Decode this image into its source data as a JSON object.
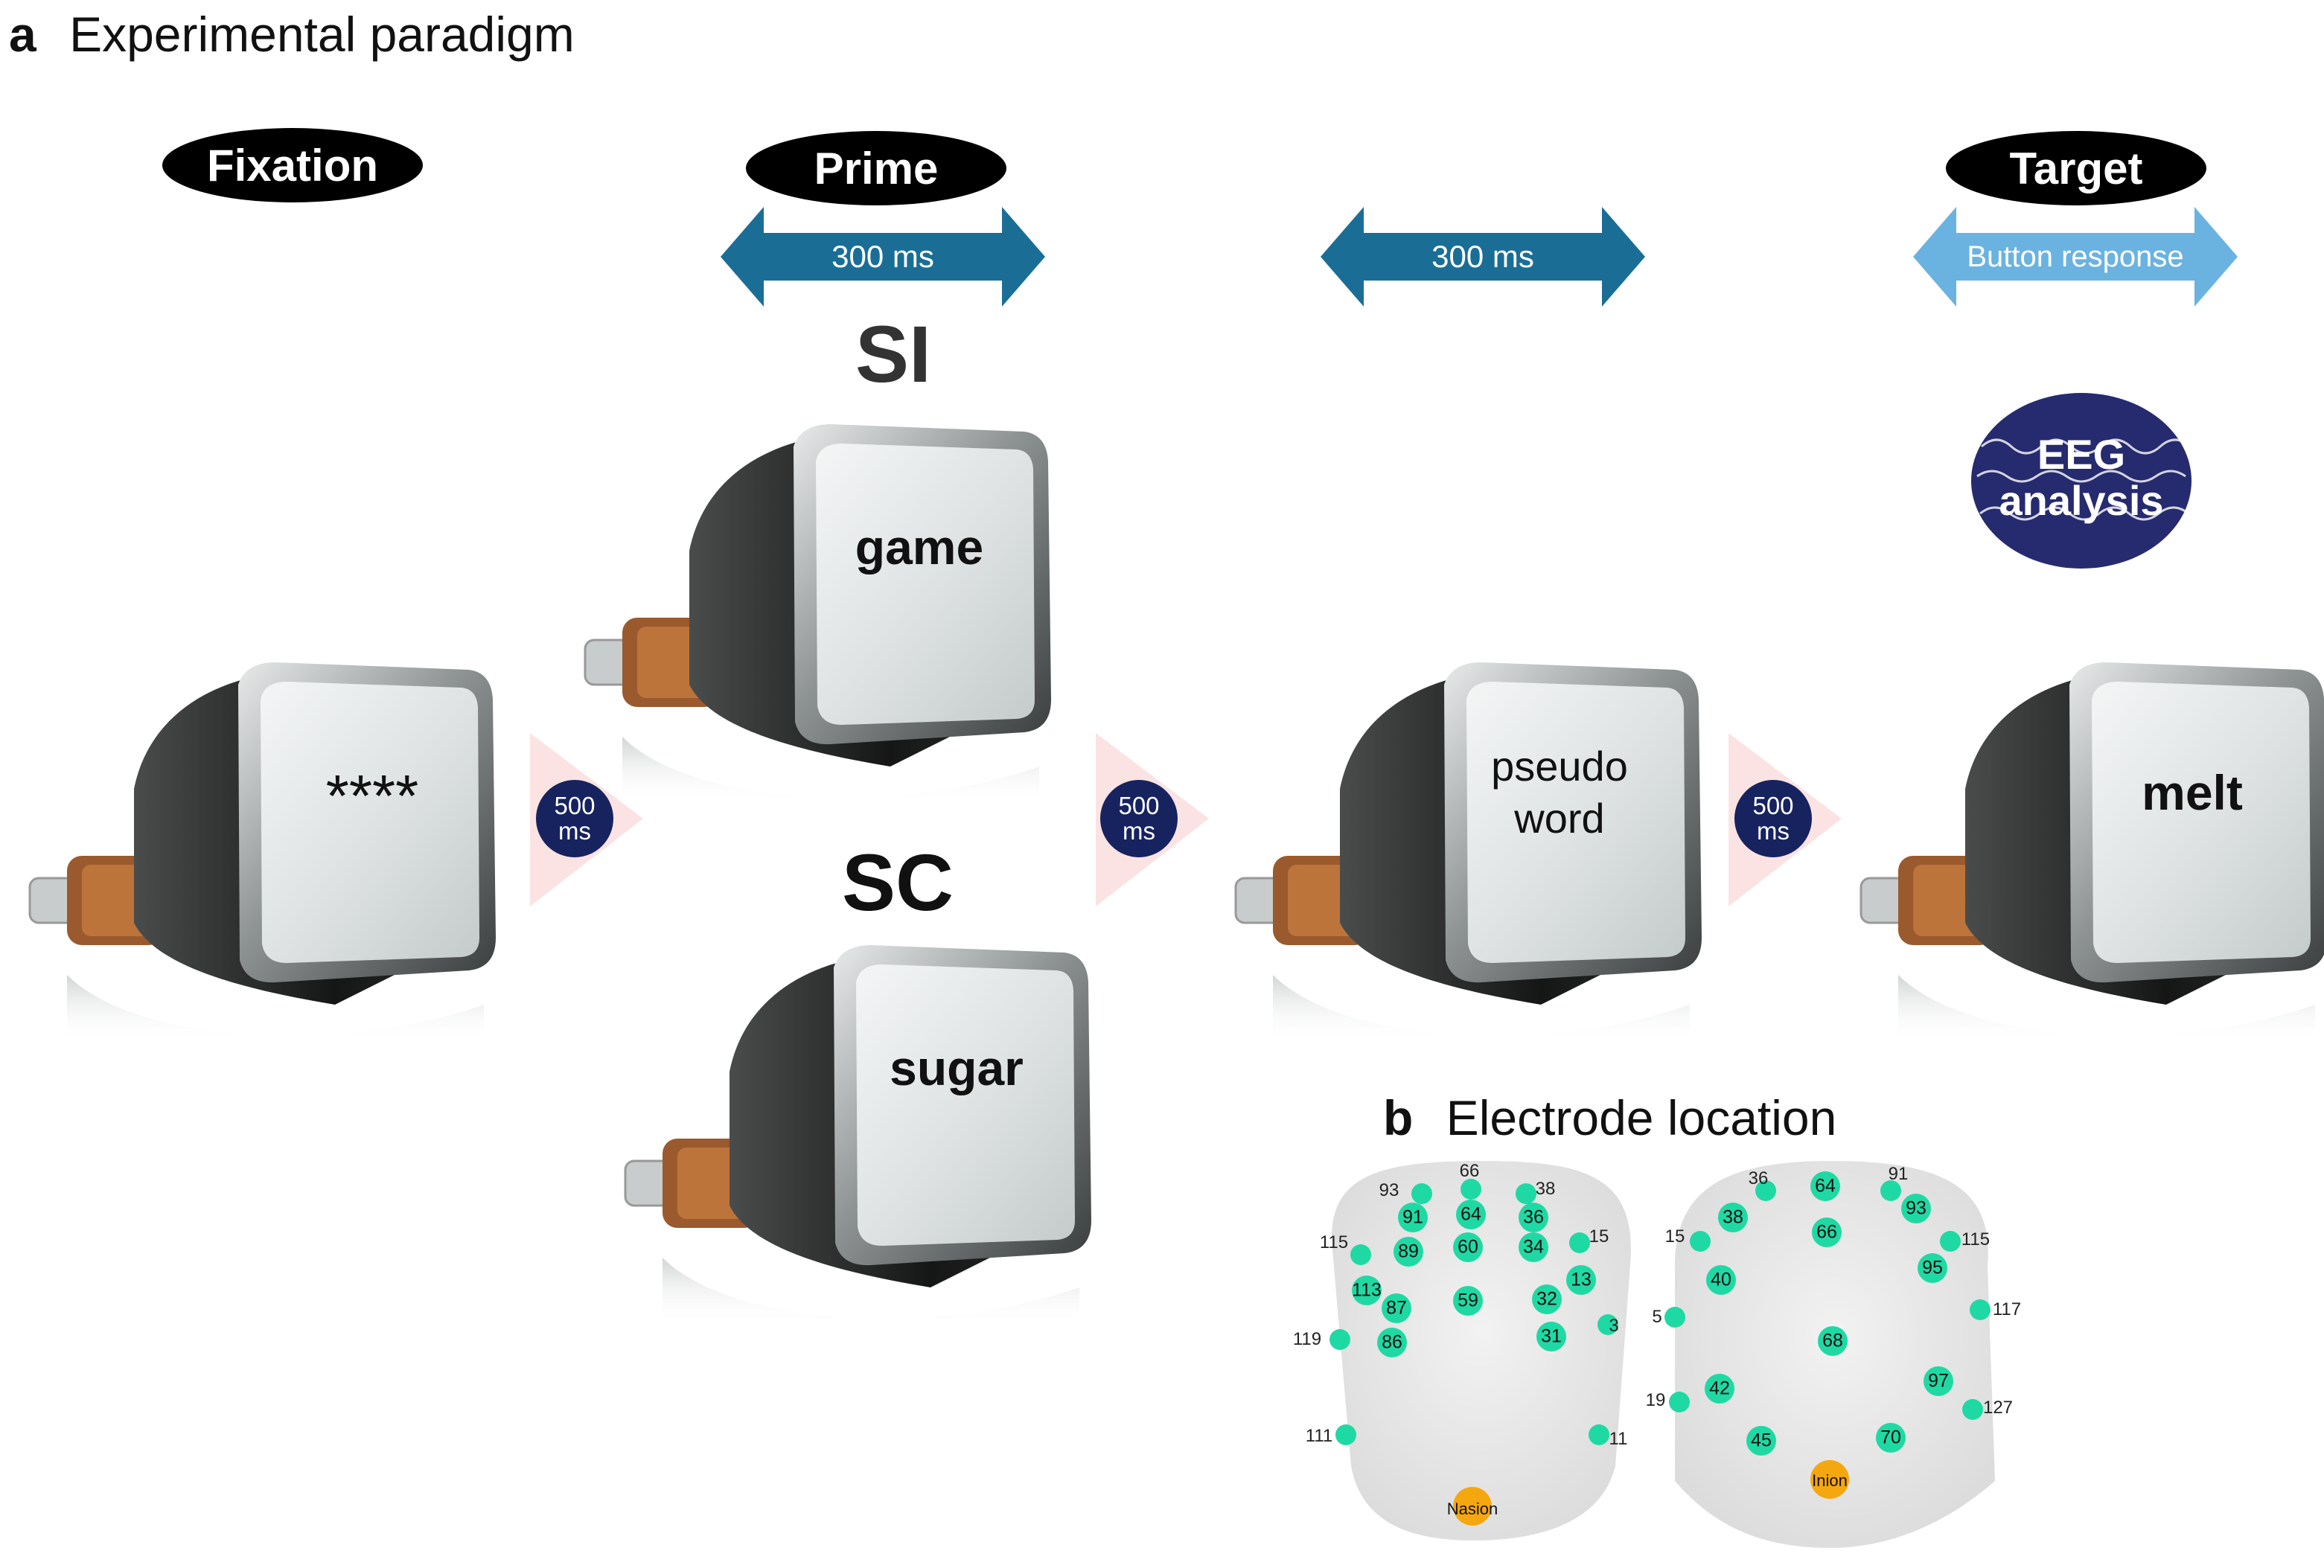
{
  "panel_a": {
    "letter": "a",
    "title": "Experimental paradigm"
  },
  "phases": {
    "fixation": "Fixation",
    "prime": "Prime",
    "target": "Target"
  },
  "durations": {
    "prime_arrow": "300 ms",
    "middle_arrow": "300 ms",
    "target_arrow": "Button response"
  },
  "isi": [
    {
      "value": "500",
      "unit": "ms"
    },
    {
      "value": "500",
      "unit": "ms"
    },
    {
      "value": "500",
      "unit": "ms"
    }
  ],
  "conditions": {
    "si": "SI",
    "sc": "SC"
  },
  "screens": {
    "fixation": "****",
    "prime_si": "game",
    "prime_sc": "sugar",
    "pseudo_line1": "pseudo",
    "pseudo_line2": "word",
    "target": "melt"
  },
  "eeg_badge": {
    "line1": "EEG",
    "line2": "analysis"
  },
  "panel_b": {
    "letter": "b",
    "title": "Electrode location"
  },
  "head_front": {
    "landmark": "Nasion",
    "electrodes_inner": [
      "91",
      "64",
      "36",
      "89",
      "60",
      "34",
      "113",
      "87",
      "59",
      "32",
      "13",
      "86",
      "31"
    ],
    "electrodes_edge": [
      "93",
      "66",
      "38",
      "115",
      "15",
      "3",
      "119",
      "111",
      "11"
    ]
  },
  "head_back": {
    "landmark": "Inion",
    "electrodes_inner": [
      "38",
      "64",
      "93",
      "66",
      "40",
      "95",
      "68",
      "42",
      "97",
      "45",
      "70"
    ],
    "electrodes_edge": [
      "36",
      "91",
      "15",
      "115",
      "5",
      "117",
      "19",
      "127"
    ]
  },
  "colors": {
    "arrow_dark": "#1a6e96",
    "arrow_light": "#6ab3e0",
    "isi_dot": "#17235f",
    "electrode": "#1fd9a4",
    "landmark": "#f5a70f",
    "isi_triangle": "#fbe3e3"
  }
}
